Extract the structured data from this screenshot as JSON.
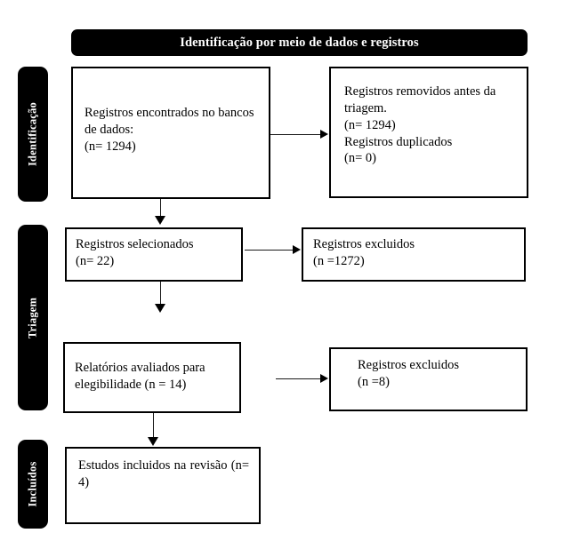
{
  "diagram": {
    "title": "Identificação por meio de dados e registros",
    "stages": [
      {
        "id": "identificacao",
        "label": "Identificação"
      },
      {
        "id": "triagem",
        "label": "Triagem"
      },
      {
        "id": "incluidos",
        "label": "Incluídos"
      }
    ],
    "boxes": {
      "records_identified": {
        "name": "records-identified-box",
        "text": "Registros encontrados no bancos de dados:\n(n= 1294)"
      },
      "records_removed": {
        "name": "records-removed-box",
        "text": "Registros removidos antes da triagem.\n(n= 1294)\nRegistros duplicados\n (n= 0)"
      },
      "records_screened": {
        "name": "records-screened-box",
        "text": "Registros selecionados\n(n= 22)"
      },
      "records_excluded_screening": {
        "name": "records-excluded-screening-box",
        "text": "Registros excluidos\n(n =1272)"
      },
      "reports_assessed": {
        "name": "reports-assessed-box",
        "text": "Relatórios avaliados para elegibilidade (n = 14)"
      },
      "records_excluded_eligibility": {
        "name": "records-excluded-eligibility-box",
        "text": "Registros excluidos\n(n =8)"
      },
      "studies_included": {
        "name": "studies-included-box",
        "text": "Estudos incluidos na revisão (n= 4)"
      }
    },
    "colors": {
      "banner_background": "#000000",
      "banner_text": "#ffffff",
      "box_border": "#000000",
      "box_background": "#ffffff",
      "connector": "#000000",
      "page_background": "#ffffff"
    }
  },
  "chart_data": {
    "type": "diagram",
    "title": "Identificação por meio de dados e registros",
    "nodes": [
      {
        "id": "records_identified",
        "stage": "Identificação",
        "label": "Registros encontrados no bancos de dados:",
        "n": 1294
      },
      {
        "id": "records_removed",
        "stage": "Identificação",
        "label": "Registros removidos antes da triagem.",
        "n": 1294,
        "duplicates": 0
      },
      {
        "id": "records_screened",
        "stage": "Triagem",
        "label": "Registros selecionados",
        "n": 22
      },
      {
        "id": "records_excluded_screening",
        "stage": "Triagem",
        "label": "Registros excluidos",
        "n": 1272
      },
      {
        "id": "reports_assessed",
        "stage": "Triagem",
        "label": "Relatórios avaliados para elegibilidade",
        "n": 14
      },
      {
        "id": "records_excluded_eligibility",
        "stage": "Triagem",
        "label": "Registros excluidos",
        "n": 8
      },
      {
        "id": "studies_included",
        "stage": "Incluídos",
        "label": "Estudos incluidos na revisão",
        "n": 4
      }
    ],
    "edges": [
      {
        "from": "records_identified",
        "to": "records_removed",
        "direction": "right"
      },
      {
        "from": "records_identified",
        "to": "records_screened",
        "direction": "down"
      },
      {
        "from": "records_screened",
        "to": "records_excluded_screening",
        "direction": "right"
      },
      {
        "from": "records_screened",
        "to": "reports_assessed",
        "direction": "down"
      },
      {
        "from": "reports_assessed",
        "to": "records_excluded_eligibility",
        "direction": "right"
      },
      {
        "from": "reports_assessed",
        "to": "studies_included",
        "direction": "down"
      }
    ]
  }
}
